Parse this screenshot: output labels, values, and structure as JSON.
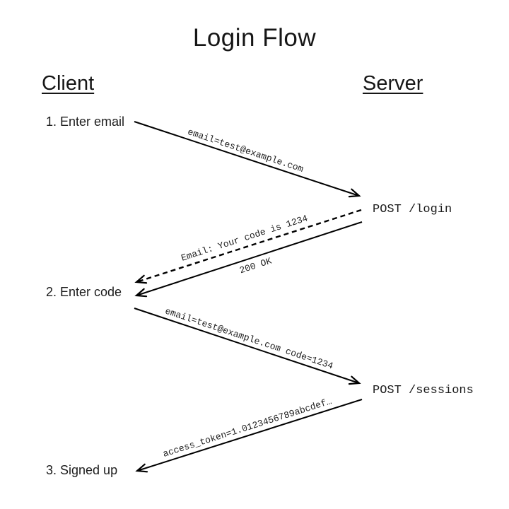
{
  "title": "Login Flow",
  "actors": {
    "client": "Client",
    "server": "Server"
  },
  "client_steps": [
    {
      "label": "1. Enter email"
    },
    {
      "label": "2. Enter code"
    },
    {
      "label": "3. Signed up"
    }
  ],
  "server_endpoints": [
    {
      "label": "POST /login"
    },
    {
      "label": "POST /sessions"
    }
  ],
  "messages": [
    {
      "text": "email=test@example.com",
      "from": "client",
      "to": "server",
      "style": "solid"
    },
    {
      "text": "Email: Your code is 1234",
      "from": "server",
      "to": "client",
      "style": "dashed"
    },
    {
      "text": "200 OK",
      "from": "server",
      "to": "client",
      "style": "solid"
    },
    {
      "text": "email=test@example.com code=1234",
      "from": "client",
      "to": "server",
      "style": "solid"
    },
    {
      "text": "access_token=1.0123456789abcdef…",
      "from": "server",
      "to": "client",
      "style": "solid"
    }
  ],
  "colors": {
    "ink": "#000000",
    "background": "#ffffff"
  }
}
